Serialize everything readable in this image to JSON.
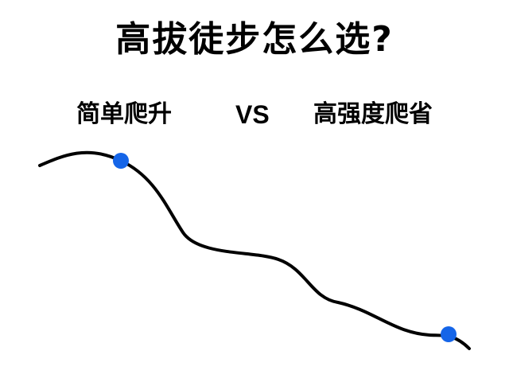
{
  "title": "高拔徒步怎么选?",
  "comparison": {
    "left_label": "简单爬升",
    "vs_label": "VS",
    "right_label": "高强度爬省"
  },
  "colors": {
    "text": "#000000",
    "curve": "#000000",
    "marker": "#1565e8"
  }
}
